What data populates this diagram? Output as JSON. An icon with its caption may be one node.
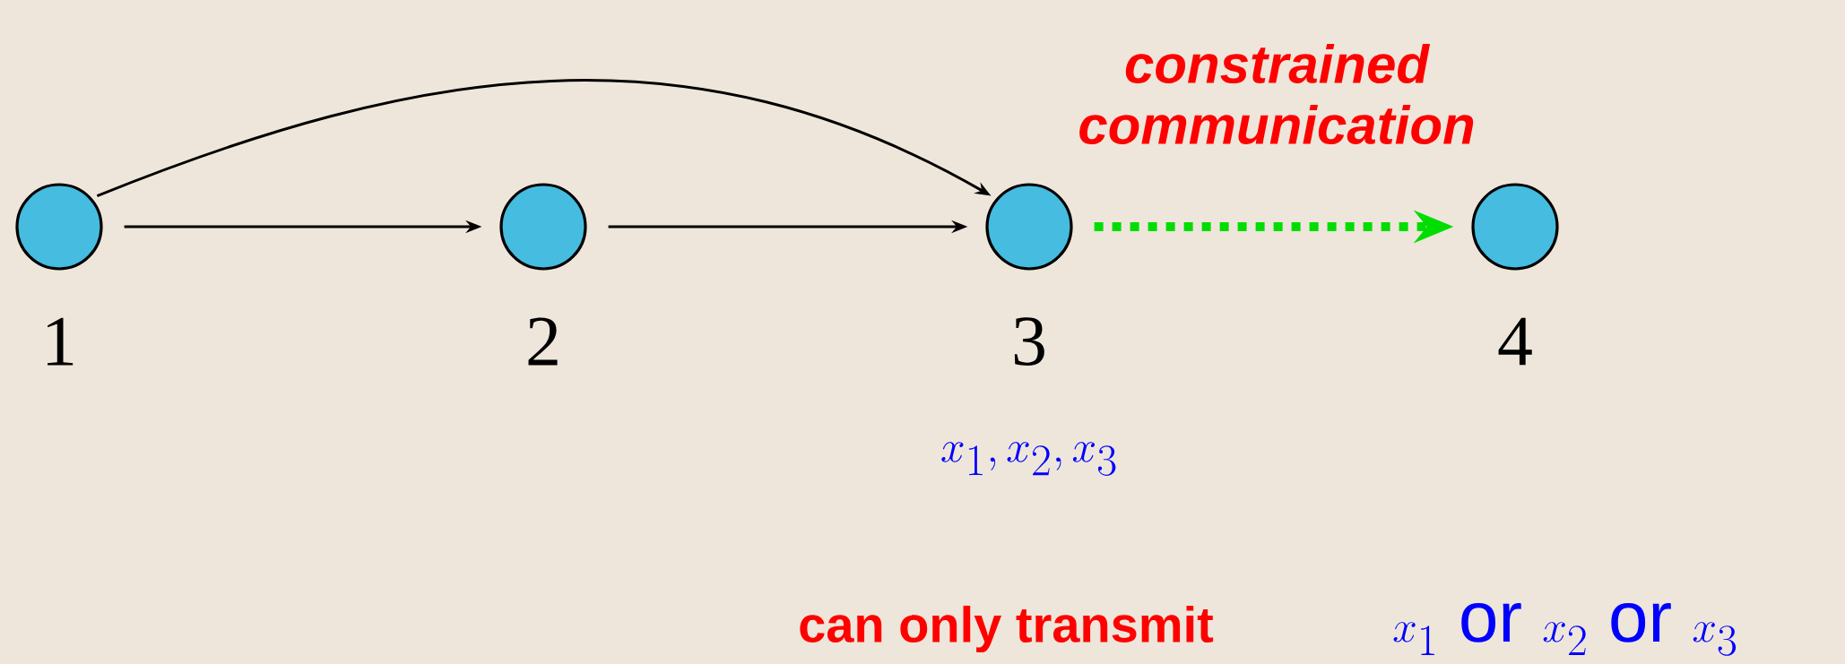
{
  "diagram": {
    "nodes": [
      {
        "text": [],
        "shape": "circle",
        "beside": [
          "1"
        ]
      },
      {
        "text": [],
        "shape": "circle",
        "beside": [
          "2"
        ]
      },
      {
        "text": [],
        "shape": "circle",
        "beside": [
          "3"
        ]
      },
      {
        "text": [],
        "shape": "circle",
        "beside": [
          "4"
        ]
      }
    ],
    "edges": [
      {
        "from": 0,
        "to": 2,
        "arrow": "to"
      },
      {
        "from": 0,
        "to": 1,
        "arrow": "to"
      },
      {
        "from": 1,
        "to": 2,
        "arrow": "to"
      },
      {
        "from": 2,
        "to": 3,
        "arrow": "to",
        "style": "dashed",
        "color": "#00dd00"
      }
    ],
    "labels": [
      "constrained communication",
      "x_1, x_2, x_3",
      "can only transmit",
      "x_1 \\mathrm{~or~} x_2 \\mathrm{~or~} x_3"
    ]
  }
}
